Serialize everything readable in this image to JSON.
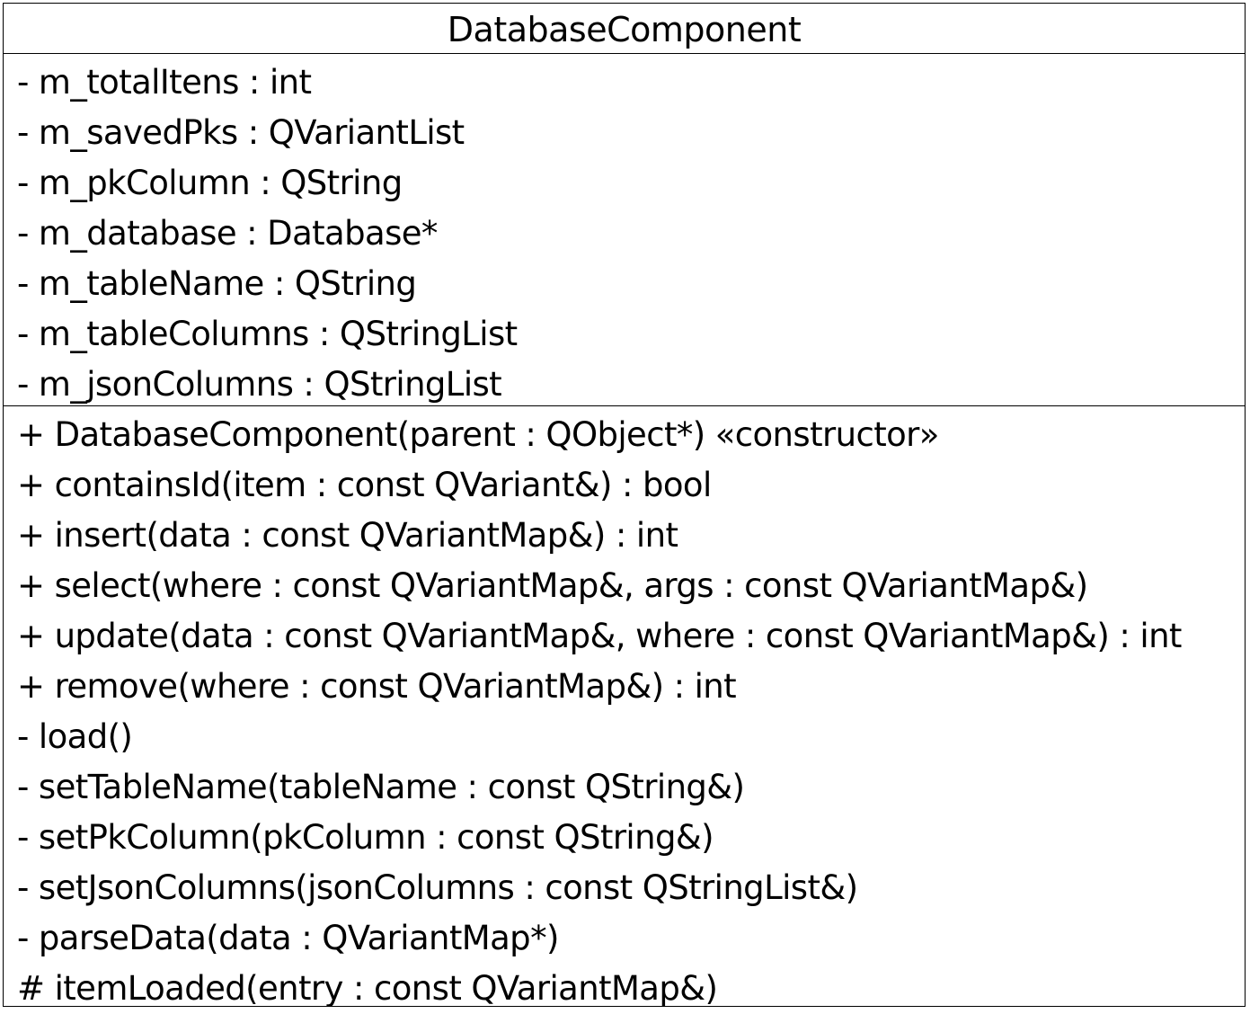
{
  "class": {
    "name": "DatabaseComponent",
    "attributes": [
      "- m_totalItens : int",
      "- m_savedPks : QVariantList",
      "- m_pkColumn : QString",
      "- m_database : Database*",
      "- m_tableName : QString",
      "- m_tableColumns : QStringList",
      "- m_jsonColumns : QStringList"
    ],
    "operations": [
      "+ DatabaseComponent(parent : QObject*) «constructor»",
      "+ containsId(item : const QVariant&) : bool",
      "+ insert(data : const QVariantMap&) : int",
      "+ select(where : const QVariantMap&, args : const QVariantMap&)",
      "+ update(data : const QVariantMap&, where : const QVariantMap&) : int",
      "+ remove(where : const QVariantMap&) : int",
      "- load()",
      "- setTableName(tableName : const QString&)",
      "- setPkColumn(pkColumn : const QString&)",
      "- setJsonColumns(jsonColumns : const QStringList&)",
      "- parseData(data : QVariantMap*)",
      "# itemLoaded(entry : const QVariantMap&)"
    ]
  }
}
